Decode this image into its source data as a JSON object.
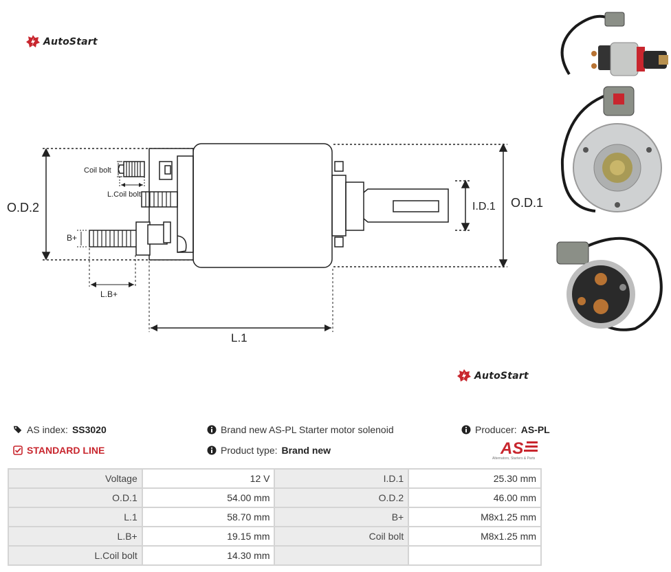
{
  "brand": {
    "logo_text": "AutoStart"
  },
  "diagram": {
    "labels": {
      "od2": "O.D.2",
      "od1": "O.D.1",
      "id1": "I.D.1",
      "l1": "L.1",
      "coil_bolt": "Coil bolt",
      "l_coil_bolt": "L.Coil bolt",
      "b_plus": "B+",
      "l_b_plus": "L.B+"
    }
  },
  "product": {
    "as_index_label": "AS index:",
    "as_index_value": "SS3020",
    "line": "STANDARD LINE",
    "description": "Brand new AS-PL Starter motor solenoid",
    "product_type_label": "Product type:",
    "product_type_value": "Brand new",
    "producer_label": "Producer:",
    "producer_value": "AS-PL",
    "producer_logo_text": "AS",
    "producer_tagline": "Alternators, Starters & Parts"
  },
  "specs": [
    {
      "l1": "Voltage",
      "v1": "12 V",
      "l2": "I.D.1",
      "v2": "25.30 mm"
    },
    {
      "l1": "O.D.1",
      "v1": "54.00 mm",
      "l2": "O.D.2",
      "v2": "46.00 mm"
    },
    {
      "l1": "L.1",
      "v1": "58.70 mm",
      "l2": "B+",
      "v2": "M8x1.25 mm"
    },
    {
      "l1": "L.B+",
      "v1": "19.15 mm",
      "l2": "Coil bolt",
      "v2": "M8x1.25 mm"
    },
    {
      "l1": "L.Coil bolt",
      "v1": "14.30 mm",
      "l2": "",
      "v2": ""
    }
  ],
  "colors": {
    "accent_red": "#c8262e",
    "table_border": "#d4d4d4",
    "label_bg": "#ececec"
  }
}
